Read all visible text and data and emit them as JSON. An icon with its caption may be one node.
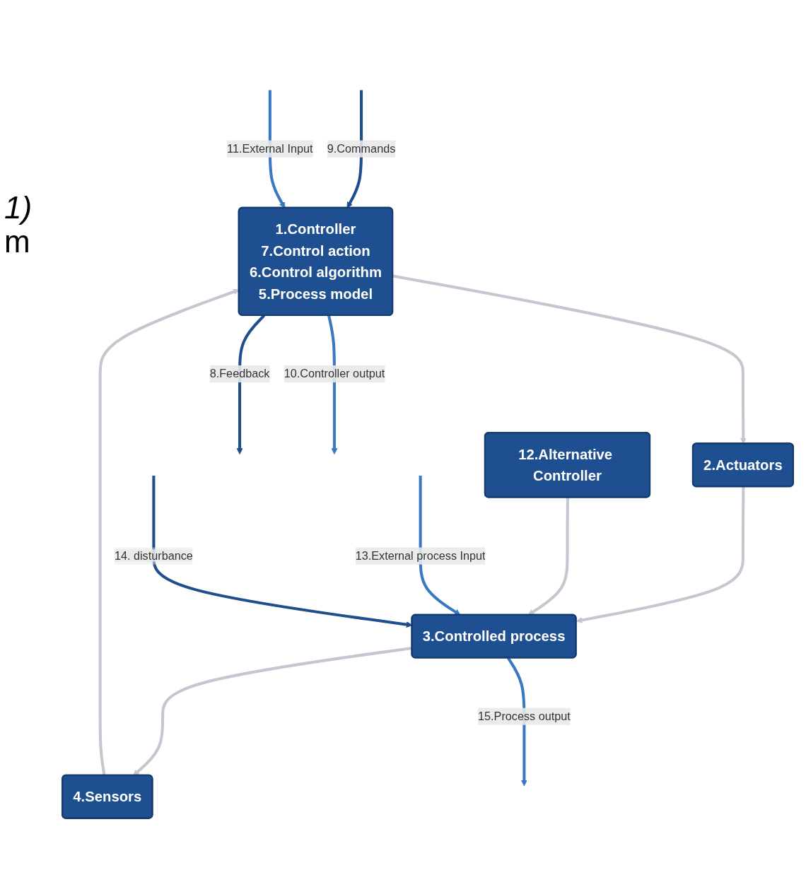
{
  "diagram": {
    "nodes": [
      {
        "text": [
          "1.Controller",
          "7.Control action",
          "6.Control algorithm",
          "5.Process model"
        ]
      },
      {
        "text": [
          "2.Actuators"
        ]
      },
      {
        "text": [
          "3.Controlled process"
        ]
      },
      {
        "text": [
          "4.Sensors"
        ]
      },
      {
        "text": [
          "12.Alternative Controller"
        ]
      }
    ],
    "edges": [
      {
        "from": 0,
        "to": 1,
        "arrow": "to",
        "color": "#c3c7cf"
      },
      {
        "from": 1,
        "to": 2,
        "arrow": "to",
        "color": "#c3c7cf"
      },
      {
        "from": 2,
        "to": 3,
        "arrow": "to",
        "color": "#c3c7cf"
      },
      {
        "from": 3,
        "to": 0,
        "arrow": "to",
        "color": "#c3c7cf"
      },
      {
        "from": 4,
        "to": 2,
        "arrow": "to",
        "color": "#c3c7cf"
      },
      {
        "from": null,
        "to": 0,
        "arrow": "to",
        "label": "9.Commands",
        "color": "#1f4e8c"
      },
      {
        "from": 0,
        "to": null,
        "arrow": "to",
        "label": "8.Feedback",
        "color": "#1f4e8c"
      },
      {
        "from": null,
        "to": 0,
        "arrow": "to",
        "label": "11.External Input",
        "color": "#3a78c2"
      },
      {
        "from": 0,
        "to": null,
        "arrow": "to",
        "label": "10.Controller output",
        "color": "#3a78c2"
      },
      {
        "from": null,
        "to": 2,
        "arrow": "to",
        "label": "13.External process Input",
        "color": "#3a78c2"
      },
      {
        "from": 2,
        "to": null,
        "arrow": "to",
        "label": "15.Process output",
        "color": "#3a78c2"
      },
      {
        "from": null,
        "to": 2,
        "arrow": "to",
        "label": "14. disturbance",
        "color": "#1f4e8c"
      }
    ],
    "labels": [
      "1)",
      "m"
    ]
  }
}
